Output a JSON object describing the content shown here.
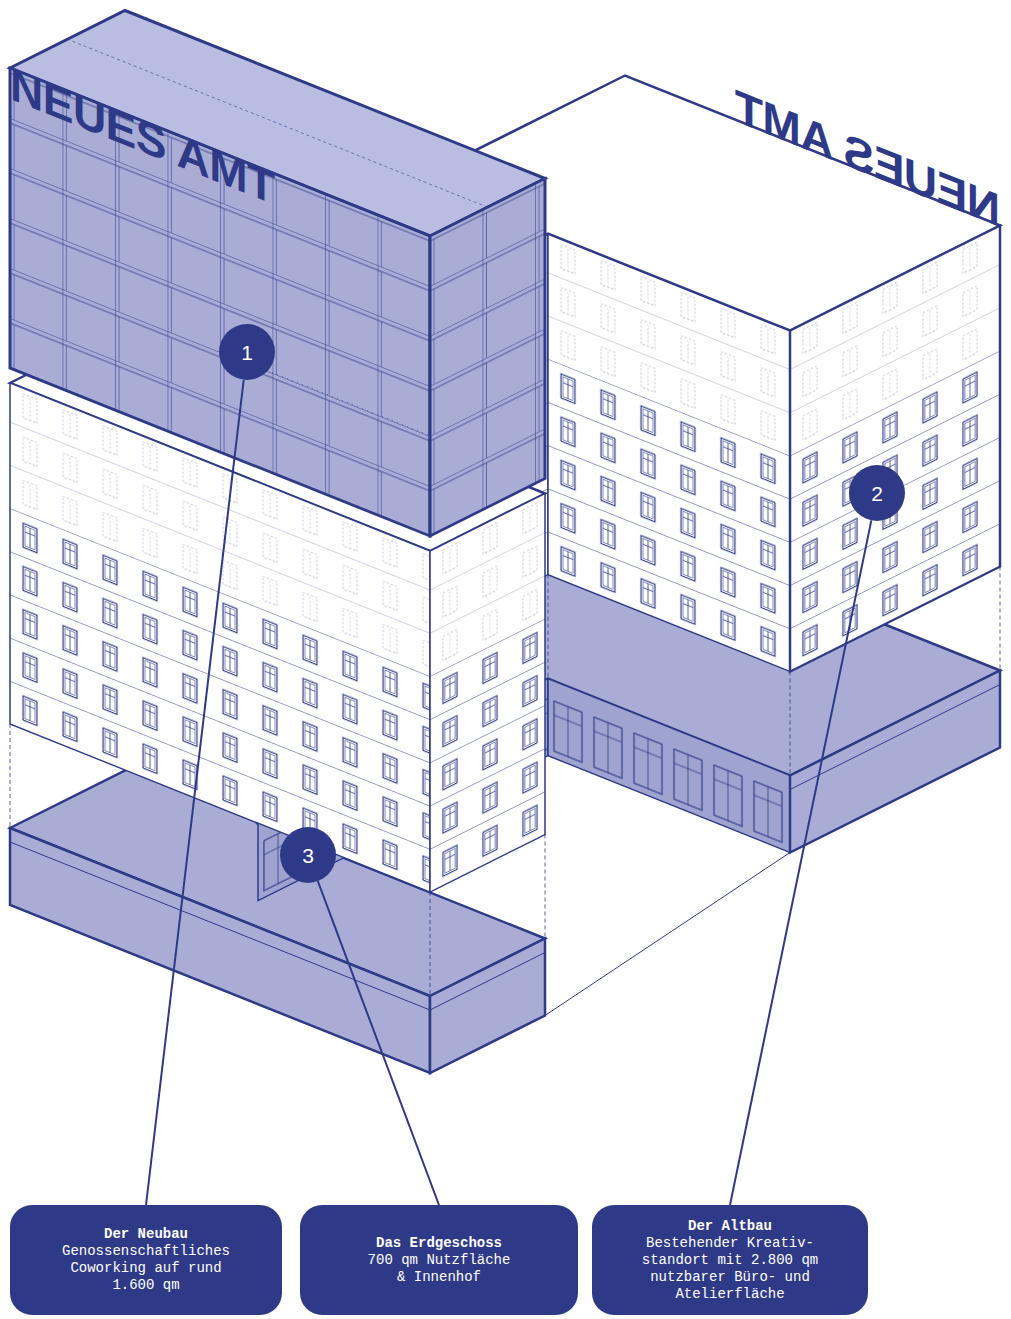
{
  "diagram": {
    "nodes": [
      {
        "text": [
          "1"
        ]
      },
      {
        "text": [
          "2"
        ]
      },
      {
        "text": [
          "3"
        ]
      },
      {
        "text": [
          "Der Neubau",
          "Genossenschaftliches Coworking auf rund 1.600 qm"
        ]
      },
      {
        "text": [
          "Das Erdgeschoss",
          "700 qm Nutzfläche & Innenhof"
        ]
      },
      {
        "text": [
          "Der Altbau",
          "Bestehender Kreativ- standort mit 2.800 qm nutzbarer Büro- und Atelierfläche"
        ]
      }
    ],
    "edges": [
      {
        "from": 0,
        "to": 3,
        "arrow": "none"
      },
      {
        "from": 1,
        "to": 5,
        "arrow": "none"
      },
      {
        "from": 2,
        "to": 4,
        "arrow": "none"
      }
    ],
    "labels": [
      "NEUES AMT",
      "NEUES AMT"
    ]
  }
}
